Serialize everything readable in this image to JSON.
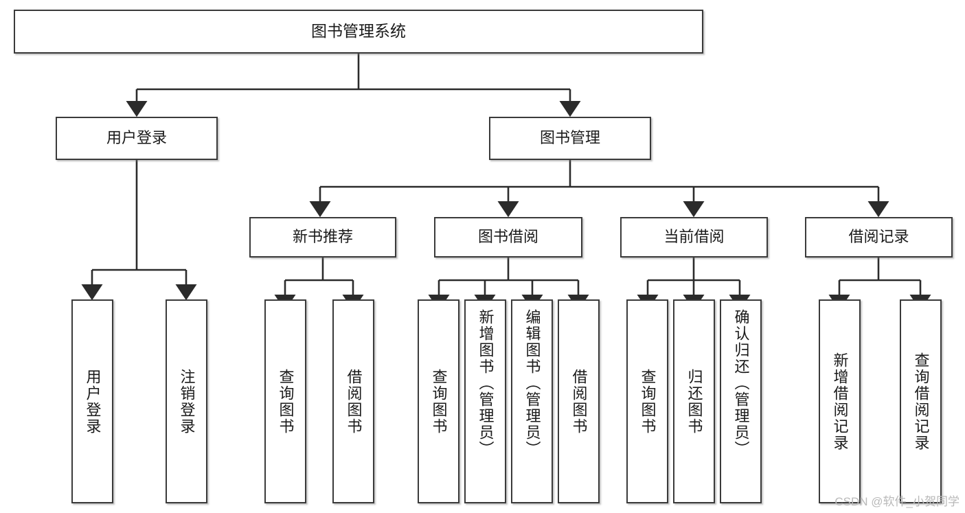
{
  "diagram": {
    "title": "图书管理系统",
    "type": "hierarchy-tree",
    "root": {
      "label": "图书管理系统"
    },
    "level1": [
      {
        "label": "用户登录"
      },
      {
        "label": "图书管理"
      }
    ],
    "level2": [
      {
        "label": "新书推荐"
      },
      {
        "label": "图书借阅"
      },
      {
        "label": "当前借阅"
      },
      {
        "label": "借阅记录"
      }
    ],
    "leaves": {
      "user_login": [
        {
          "label": "用户登录"
        },
        {
          "label": "注销登录"
        }
      ],
      "new_book_recommend": [
        {
          "label": "查询图书"
        },
        {
          "label": "借阅图书"
        }
      ],
      "book_borrow": [
        {
          "label": "查询图书"
        },
        {
          "label": "新增图书（管理员）"
        },
        {
          "label": "编辑图书（管理员）"
        },
        {
          "label": "借阅图书"
        }
      ],
      "current_borrow": [
        {
          "label": "查询图书"
        },
        {
          "label": "归还图书"
        },
        {
          "label": "确认归还（管理员）"
        }
      ],
      "borrow_record": [
        {
          "label": "新增借阅记录"
        },
        {
          "label": "查询借阅记录"
        }
      ]
    }
  },
  "watermark": {
    "text": "CSDN @软件_小贺同学"
  },
  "colors": {
    "box_border": "#3a3a3a",
    "box_fill": "#ffffff",
    "line": "#2b2b2b",
    "text": "#1a1a1a",
    "watermark": "#b9b9b9"
  }
}
